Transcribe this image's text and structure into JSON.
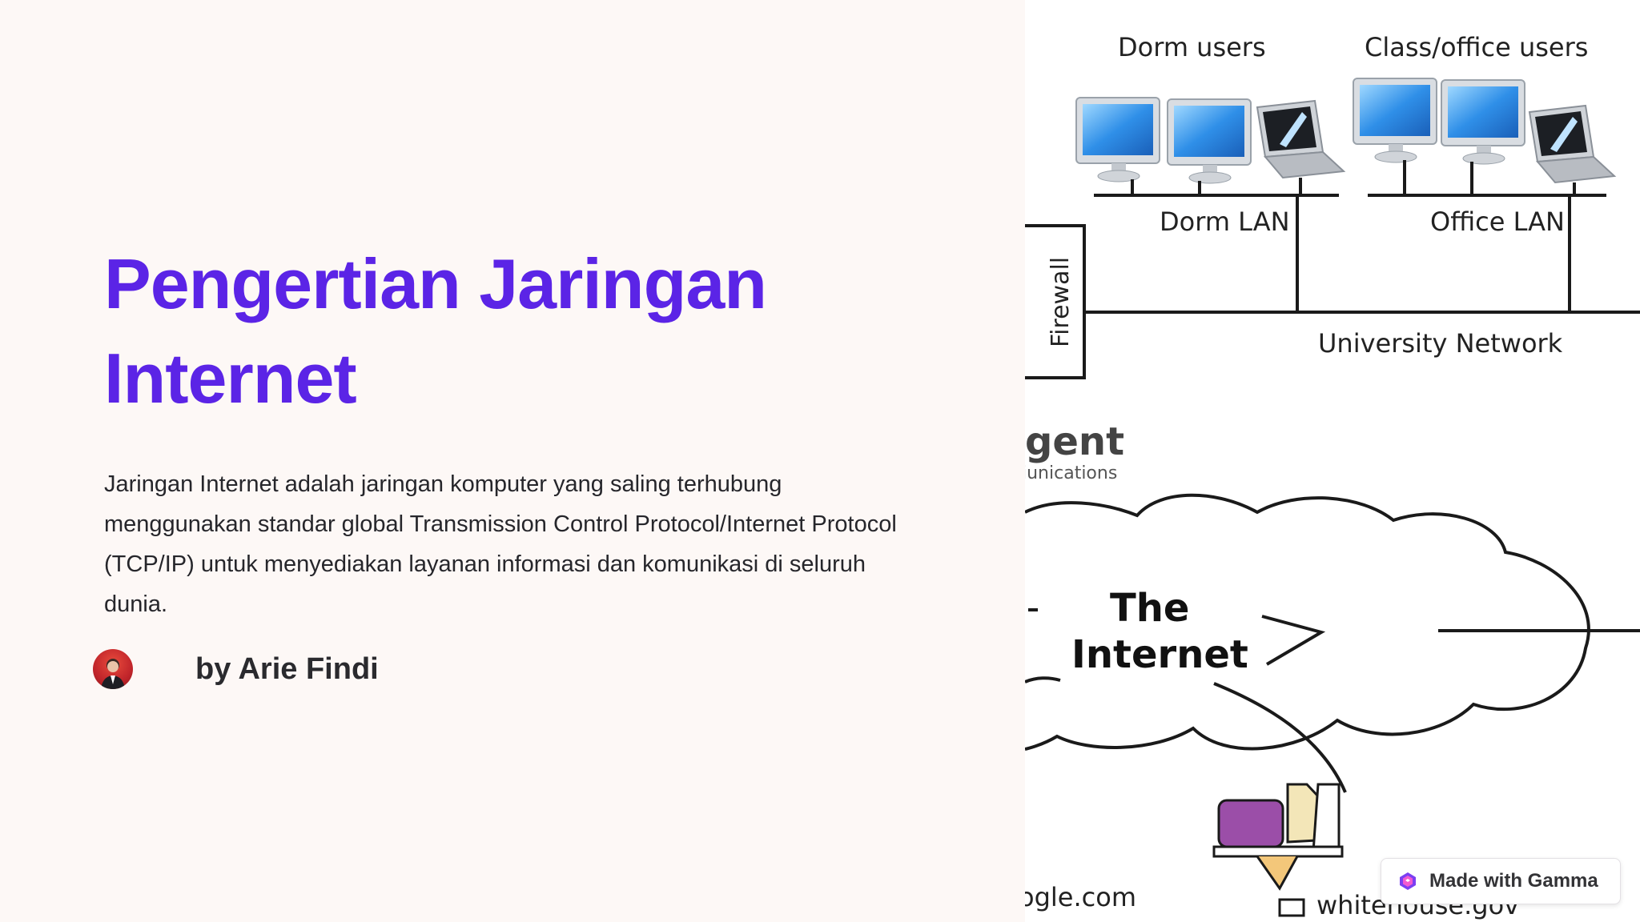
{
  "slide": {
    "title": "Pengertian Jaringan Internet",
    "description": "Jaringan Internet adalah jaringan komputer yang saling terhubung menggunakan standar global Transmission Control Protocol/Internet Protocol (TCP/IP) untuk menyediakan layanan informasi dan komunikasi di seluruh dunia.",
    "author": "by Arie Findi"
  },
  "diagram": {
    "dorm_users": "Dorm users",
    "class_office_users": "Class/office users",
    "dorm_lan": "Dorm LAN",
    "office_lan": "Office LAN",
    "firewall": "Firewall",
    "university_network": "University Network",
    "agent_fragment": "gent",
    "communications_fragment": "iunications",
    "the": "The",
    "internet": "Internet",
    "google_fragment": "ogle.com",
    "whitehouse_fragment": "whitehouse.gov"
  },
  "badge": {
    "label": "Made with Gamma"
  },
  "colors": {
    "accent": "#5b24e6",
    "text": "#26262b",
    "background": "#fdf8f6"
  }
}
